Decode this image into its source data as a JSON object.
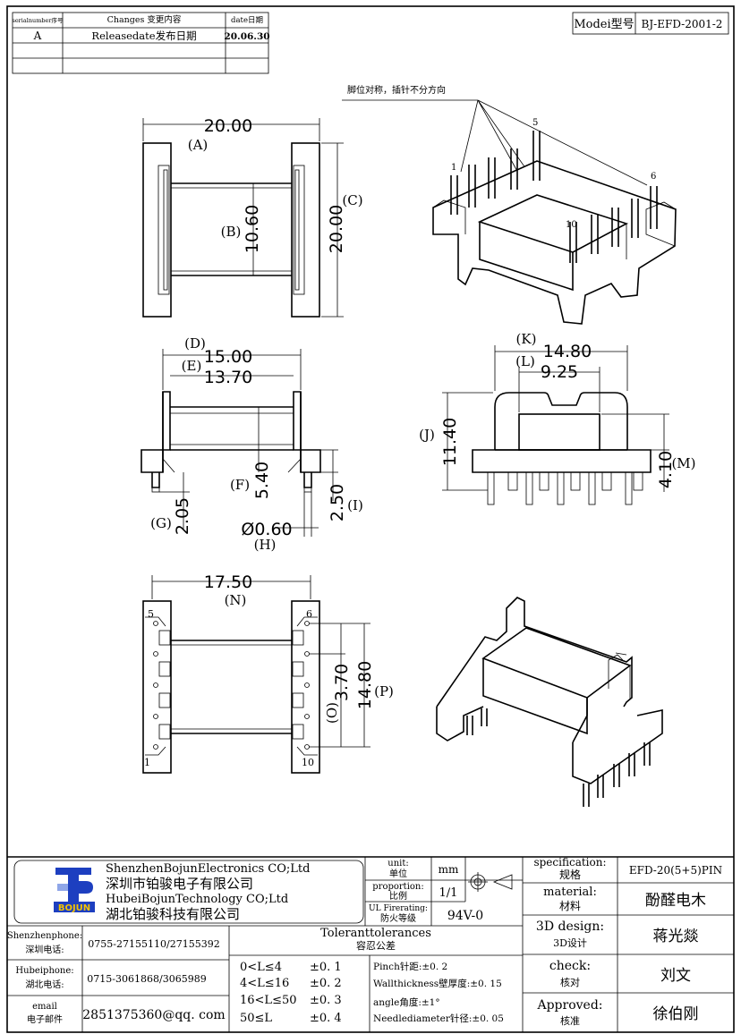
{
  "revision_table": {
    "headers": [
      "serialnumber序号",
      "Changes 变更内容",
      "date日期"
    ],
    "rows": [
      {
        "serial": "A",
        "change": "Releasedate发布日期",
        "date": "20.06.30"
      },
      {
        "serial": "",
        "change": "",
        "date": ""
      },
      {
        "serial": "",
        "change": "",
        "date": ""
      }
    ]
  },
  "model": {
    "label": "Modei型号",
    "value": "BJ-EFD-2001-2"
  },
  "note": "脚位对称，插针不分方向",
  "pin_numbers": {
    "p1": "1",
    "p5": "5",
    "p6": "6",
    "p10": "10"
  },
  "dimensions": {
    "A": {
      "value": "20.00",
      "tag": "(A)"
    },
    "B": {
      "value": "10.60",
      "tag": "(B)"
    },
    "C": {
      "value": "20.00",
      "tag": "(C)"
    },
    "D": {
      "value": "15.00",
      "tag": "(D)"
    },
    "E": {
      "value": "13.70",
      "tag": "(E)"
    },
    "F": {
      "value": "5.40",
      "tag": "(F)"
    },
    "G": {
      "value": "2.05",
      "tag": "(G)"
    },
    "H": {
      "value": "Ø0.60",
      "tag": "(H)"
    },
    "I": {
      "value": "2.50",
      "tag": "(I)"
    },
    "J": {
      "value": "11.40",
      "tag": "(J)"
    },
    "K": {
      "value": "14.80",
      "tag": "(K)"
    },
    "L": {
      "value": "9.25",
      "tag": "(L)"
    },
    "M": {
      "value": "4.10",
      "tag": "(M)"
    },
    "N": {
      "value": "17.50",
      "tag": "(N)"
    },
    "O": {
      "value": "3.70",
      "tag": "(O)"
    },
    "P": {
      "value": "14.80",
      "tag": "(P)"
    }
  },
  "title_block": {
    "company_cn_en_1": "ShenzhenBojunElectronics CO;Ltd",
    "company_cn_1": "深圳市铂骏电子有限公司",
    "company_cn_en_2": "HubeiBojunTechnology CO;Ltd",
    "company_cn_2": "湖北铂骏科技有限公司",
    "logo_text": "BOJUN",
    "unit_label": "unit:",
    "unit_label_cn": "单位",
    "unit_value": "mm",
    "proportion_label": "proportion:",
    "proportion_label_cn": "比例",
    "proportion_value": "1/1",
    "ul_label": "UL Firerating:",
    "ul_label_cn": "防火等级",
    "ul_value": "94V-0",
    "spec_label": "specification:",
    "spec_label_cn": "规格",
    "spec_value": "EFD-20(5+5)PIN",
    "material_label": "material:",
    "material_label_cn": "材料",
    "material_value": "酚醛电木",
    "design_label": "3D design:",
    "design_label_cn": "3D设计",
    "design_value": "蒋光燚",
    "check_label": "check:",
    "check_label_cn": "核对",
    "check_value": "刘文",
    "approved_label": "Approved:",
    "approved_label_cn": "核准",
    "approved_value": "徐伯刚",
    "sz_phone_label": "Shenzhenphone:",
    "sz_phone_label_cn": "深圳电话:",
    "sz_phone": "0755-27155110/27155392",
    "hb_phone_label": "Hubeiphone:",
    "hb_phone_label_cn": "湖北电话:",
    "hb_phone": "0715-3061868/3065989",
    "email_label": "email",
    "email_label_cn": "电子邮件",
    "email": "2851375360@qq. com",
    "tol_title": "Toleranttolerances",
    "tol_title_cn": "容忍公差",
    "tolerances": [
      {
        "range": "0<L≤4",
        "tol": "±0. 1"
      },
      {
        "range": "4<L≤16",
        "tol": "±0. 2"
      },
      {
        "range": "16<L≤50",
        "tol": "±0. 3"
      },
      {
        "range": "50≤L",
        "tol": "±0. 4"
      }
    ],
    "pinch": "Pinch针距:±0. 2",
    "wall": "Wallthickness壁厚度:±0. 15",
    "angle": "angle角度:±1°",
    "needle": "Needlediameter针径:±0. 05"
  }
}
